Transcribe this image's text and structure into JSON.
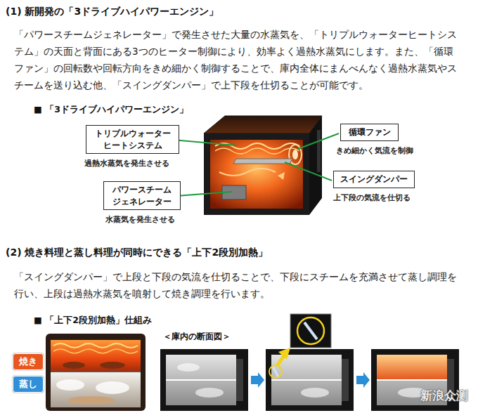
{
  "diagram": {
    "nodes": [
      {
        "text": [
          "トリプルウォーター ヒートシステム",
          "過熱水蒸気を発生させる"
        ]
      },
      {
        "text": [
          "循環ファン",
          "きめ細かく気流を制御"
        ]
      },
      {
        "text": [
          "パワースチーム ジェネレーター",
          "水蒸気を発生させる"
        ]
      },
      {
        "text": [
          "スイングダンパー",
          "上下段の気流を仕切る"
        ]
      },
      {
        "text": [
          "焼き"
        ]
      },
      {
        "text": [
          "蒸し"
        ]
      }
    ],
    "labels": [
      "(1) 新開発の「3ドライブハイパワーエンジン」",
      "「パワースチームジェネレーター」で発生させた大量の水蒸気を、「トリプルウォーターヒートシステム」の天面と背面にある3つのヒーター制御により、効率よく過熱水蒸気にします。また、「循環ファン」の回転数や回転方向をきめ細かく制御することで、庫内全体にまんべんなく過熱水蒸気やスチームを送り込む他、「スイングダンパー」で上下段を仕切ることが可能です。",
      "■ 「3ドライブハイパワーエンジン」",
      "(2) 焼き料理と蒸し料理が同時にできる「上下2段別加熱」",
      "「スイングダンパー」で上段と下段の気流を仕切ることで、下段にスチームを充満させて蒸し調理を行い、上段は過熱水蒸気を噴射して焼き調理を行います。",
      "■ 「上下2段別加熱」仕組み",
      "＜庫内の断面図＞",
      "新浪众测"
    ]
  }
}
